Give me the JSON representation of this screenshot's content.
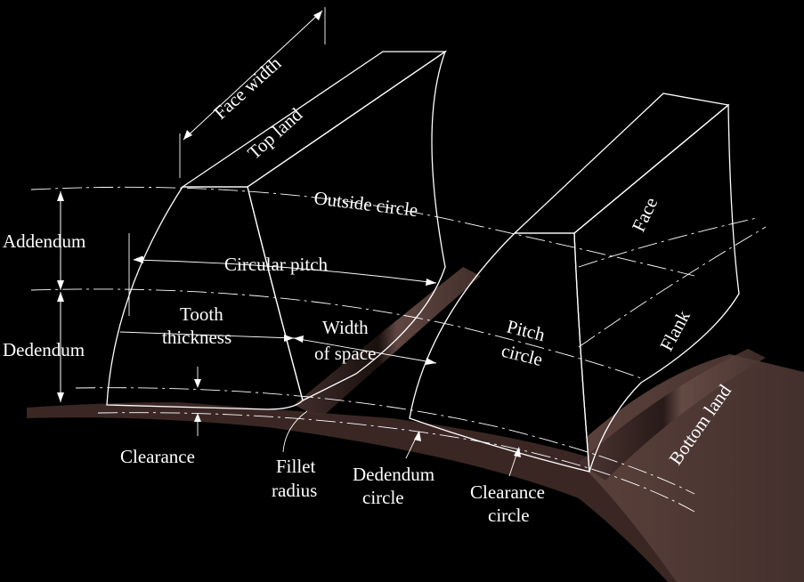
{
  "labels": {
    "face_width": "Face width",
    "top_land": "Top land",
    "outside_circle": "Outside circle",
    "face": "Face",
    "addendum": "Addendum",
    "circular_pitch": "Circular pitch",
    "dedendum": "Dedendum",
    "tooth_thickness_1": "Tooth",
    "tooth_thickness_2": "thickness",
    "width_of_space_1": "Width",
    "width_of_space_2": "of space",
    "pitch_circle_1": "Pitch",
    "pitch_circle_2": "circle",
    "flank": "Flank",
    "bottom_land": "Bottom land",
    "clearance": "Clearance",
    "fillet_radius_1": "Fillet",
    "fillet_radius_2": "radius",
    "dedendum_circle_1": "Dedendum",
    "dedendum_circle_2": "circle",
    "clearance_circle_1": "Clearance",
    "clearance_circle_2": "circle"
  },
  "colors": {
    "background": "#000000",
    "gear_body": "#4a3430",
    "gear_top": "#1e1412",
    "gear_side": "#3b2825",
    "line": "#ffffff"
  }
}
